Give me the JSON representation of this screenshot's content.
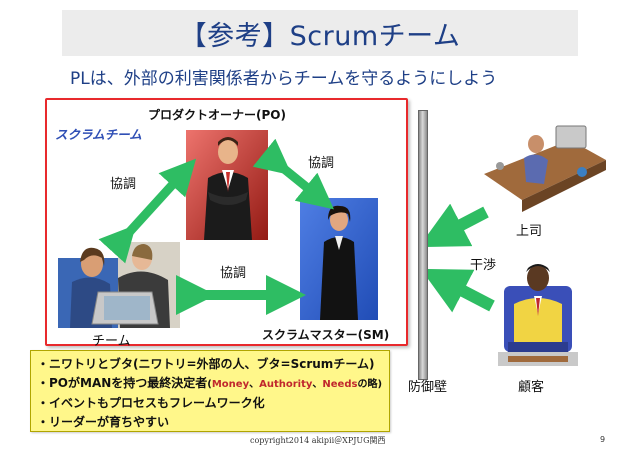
{
  "slide": {
    "title": "【参考】Scrumチーム",
    "subtitle": "PLは、外部の利害関係者からチームを守るようにしよう",
    "scrum_team_label": "スクラムチーム",
    "roles": {
      "po": "プロダクトオーナー(PO)",
      "sm": "スクラムマスター(SM)",
      "team": "チーム",
      "boss": "上司",
      "customer": "顧客"
    },
    "edge_labels": {
      "team_po": "協調",
      "po_sm": "協調",
      "team_sm": "協調",
      "interference": "干渉"
    },
    "wall_label": "防御壁",
    "notes": {
      "line1": "・ニワトリとブタ(ニワトリ=外部の人、ブタ=Scrumチーム)",
      "line2_main": "・POがMANを持つ最終決定者",
      "line2_open": "(",
      "line2_money": "Money",
      "line2_sep1": "、",
      "line2_authority": "Authority",
      "line2_sep2": "、",
      "line2_needs": "Needs",
      "line2_close": "の略)",
      "line3": "・イベントもプロセスもフレームワーク化",
      "line4": "・リーダーが育ちやすい"
    },
    "footer": "copyright2014 akipii＠XPJUG関西",
    "page_number": "9"
  },
  "colors": {
    "title_text": "#1e3f86",
    "scrum_border": "#e8292c",
    "arrow_green": "#2ebd63",
    "team_label": "#2f4fb5",
    "note_bg": "#fff78a",
    "po_bg": "#e3281e",
    "sm_bg": "#2e62d8"
  },
  "icons": {
    "arrows": "double-headed-green-arrow",
    "interference": "green-arrow-left",
    "people": "clipart-person"
  }
}
